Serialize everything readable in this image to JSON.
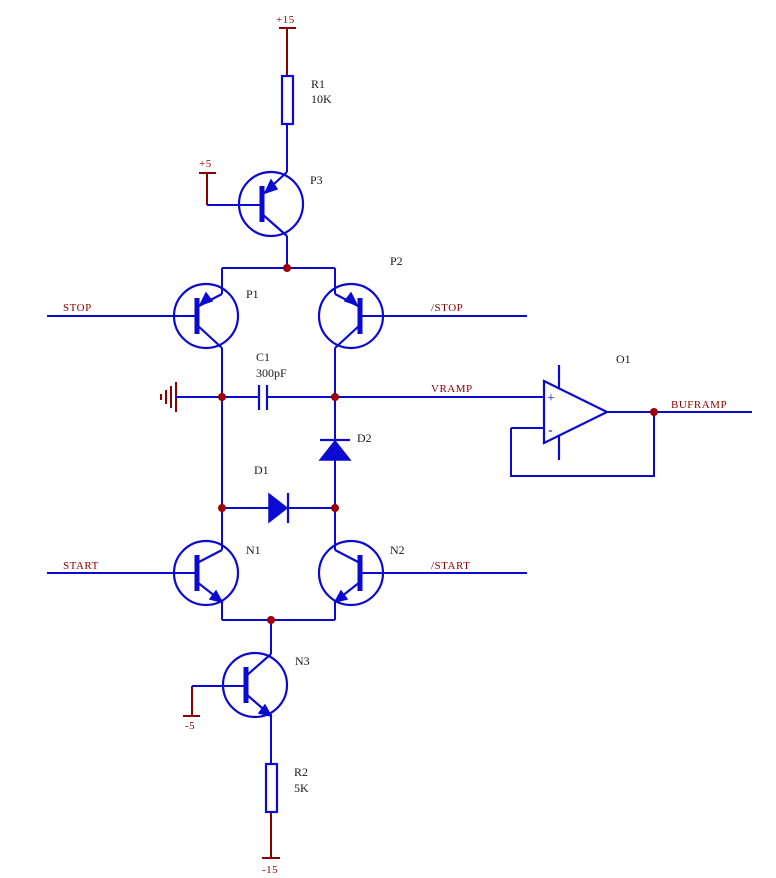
{
  "diagram": {
    "title": "",
    "rails": {
      "pos15": "+15",
      "pos5": "+5",
      "neg5": "-5",
      "neg15": "-15"
    },
    "nets": {
      "stop": "STOP",
      "nstop": "/STOP",
      "start": "START",
      "nstart": "/START",
      "vramp": "VRAMP",
      "buframp": "BUFRAMP"
    },
    "components": {
      "r1": {
        "ref": "R1",
        "value": "10K"
      },
      "r2": {
        "ref": "R2",
        "value": "5K"
      },
      "c1": {
        "ref": "C1",
        "value": "300pF"
      },
      "p1": "P1",
      "p2": "P2",
      "p3": "P3",
      "n1": "N1",
      "n2": "N2",
      "n3": "N3",
      "d1": "D1",
      "d2": "D2",
      "o1": "O1"
    },
    "opamp_pins": {
      "plus": "+",
      "minus": "-"
    },
    "colors": {
      "wire": "#0a0ad0",
      "power": "#8b0000",
      "node": "#a00000"
    }
  }
}
